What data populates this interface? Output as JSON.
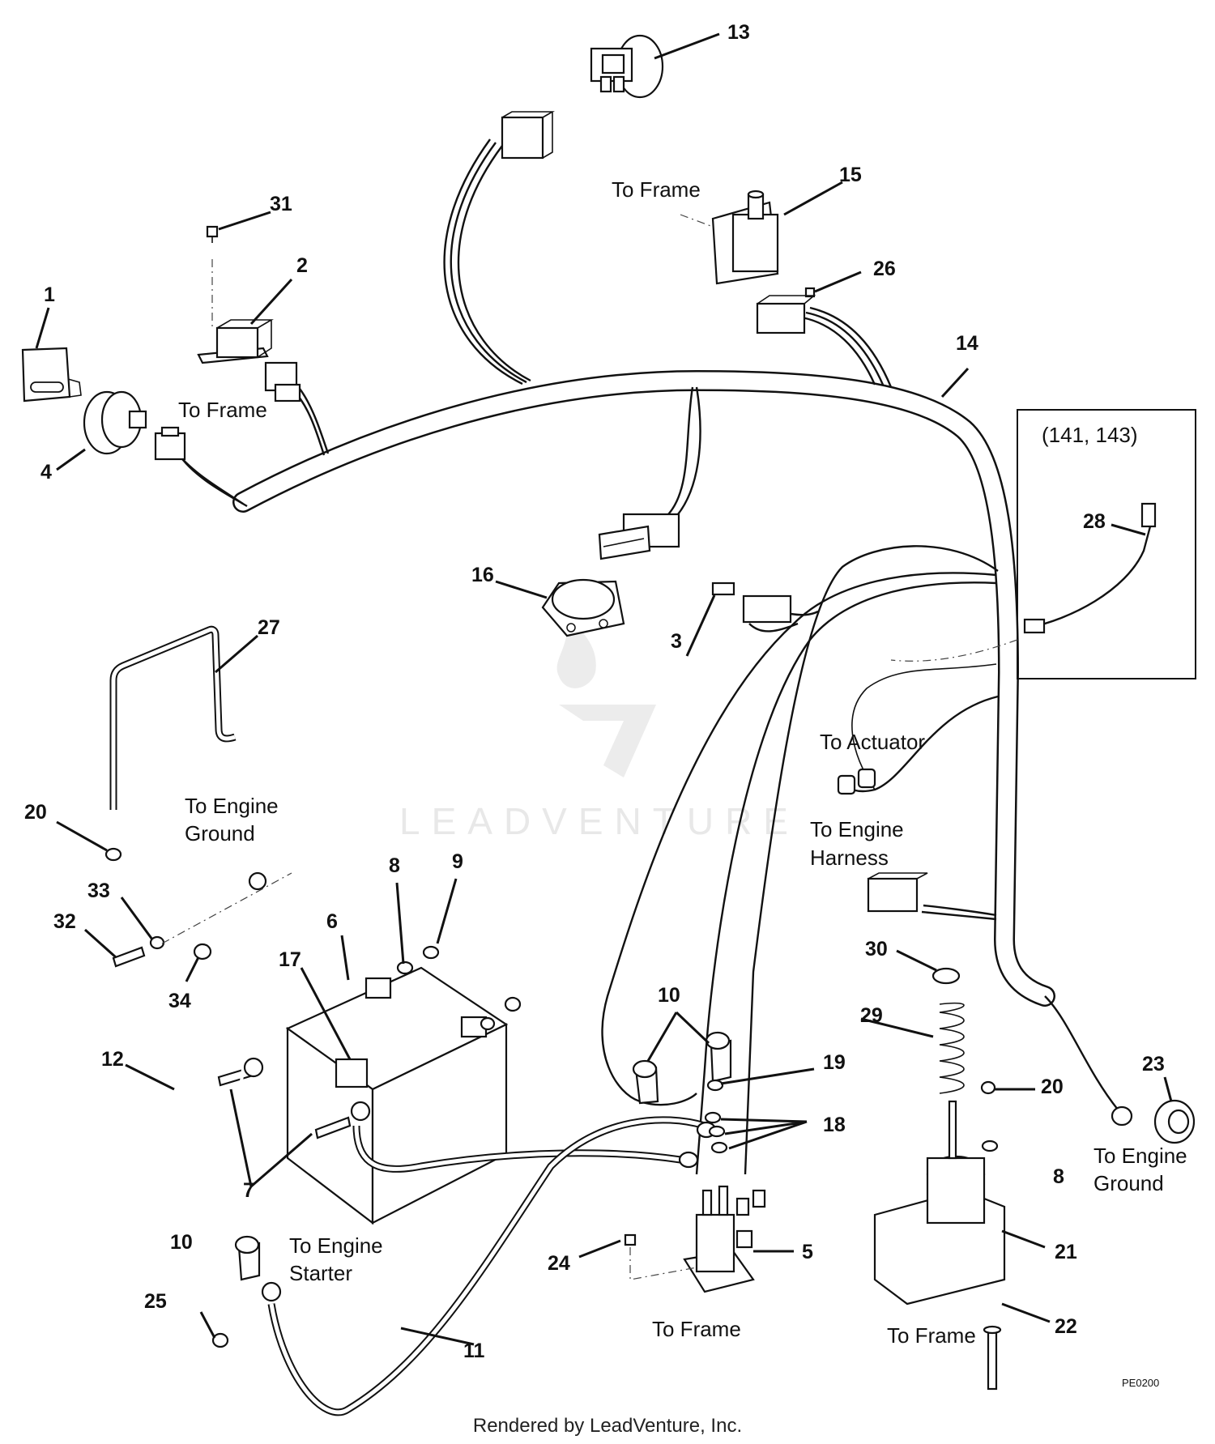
{
  "callouts": {
    "c1": "1",
    "c2": "2",
    "c3": "3",
    "c4": "4",
    "c5": "5",
    "c6": "6",
    "c7": "7",
    "c8a": "8",
    "c8b": "8",
    "c9": "9",
    "c10a": "10",
    "c10b": "10",
    "c11": "11",
    "c12": "12",
    "c13": "13",
    "c14": "14",
    "c15": "15",
    "c16": "16",
    "c17": "17",
    "c18": "18",
    "c19": "19",
    "c20a": "20",
    "c20b": "20",
    "c21": "21",
    "c22": "22",
    "c23": "23",
    "c24": "24",
    "c25": "25",
    "c26": "26",
    "c27": "27",
    "c28": "28",
    "c29": "29",
    "c30": "30",
    "c31": "31",
    "c32": "32",
    "c33": "33",
    "c34": "34"
  },
  "labels": {
    "to_frame_1": "To Frame",
    "to_frame_2": "To Frame",
    "to_frame_3": "To Frame",
    "to_frame_4": "To Frame",
    "to_actuator": "To Actuator",
    "to_engine_harness_l1": "To Engine",
    "to_engine_harness_l2": "Harness",
    "to_engine_ground_left_l1": "To Engine",
    "to_engine_ground_left_l2": "Ground",
    "to_engine_ground_right_l1": "To Engine",
    "to_engine_ground_right_l2": "Ground",
    "to_engine_starter_l1": "To Engine",
    "to_engine_starter_l2": "Starter",
    "inset_models": "(141, 143)"
  },
  "diagram_code": "PE0200",
  "watermark": "LEADVENTURE",
  "credit": "Rendered by LeadVenture, Inc."
}
